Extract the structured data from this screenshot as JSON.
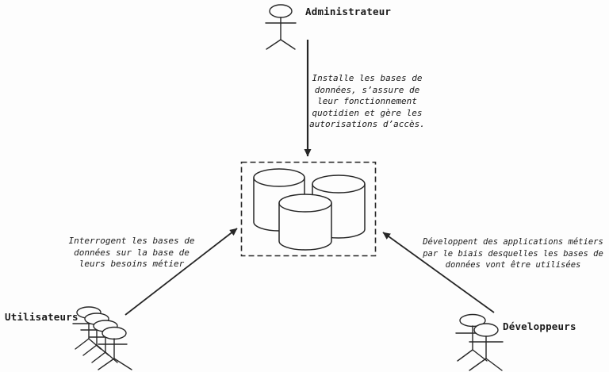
{
  "diagram": {
    "type": "use-case / roles diagram around a database cluster",
    "background_color": "#fdfdfd",
    "ink_color": "#262626",
    "actors": {
      "administrator": {
        "label": "Administrateur",
        "icon": "actor-stick-figure-icon",
        "note": "Installe les bases de\ndonnées, s’assure de\nleur fonctionnement\nquotidien et gère les\nautorisations d’accès."
      },
      "users": {
        "label": "Utilisateurs",
        "icon": "actor-group-stick-figures-icon",
        "note": "Interrogent les bases de\ndonnées sur la base de\nleurs besoins métier"
      },
      "developers": {
        "label": "Développeurs",
        "icon": "actor-pair-stick-figures-icon",
        "note": "Développent des applications métiers\npar le biais desquelles les bases de\ndonnées vont être utilisées"
      }
    },
    "database_cluster": {
      "icon": "database-cylinders-icon",
      "cylinder_count": 3,
      "boundary_icon": "dashed-rectangle-boundary"
    },
    "arrows": [
      {
        "icon": "arrow-down-icon",
        "from": "administrator",
        "to": "database_cluster"
      },
      {
        "icon": "arrow-up-right-icon",
        "from": "users",
        "to": "database_cluster"
      },
      {
        "icon": "arrow-up-left-icon",
        "from": "developers",
        "to": "database_cluster"
      }
    ]
  }
}
